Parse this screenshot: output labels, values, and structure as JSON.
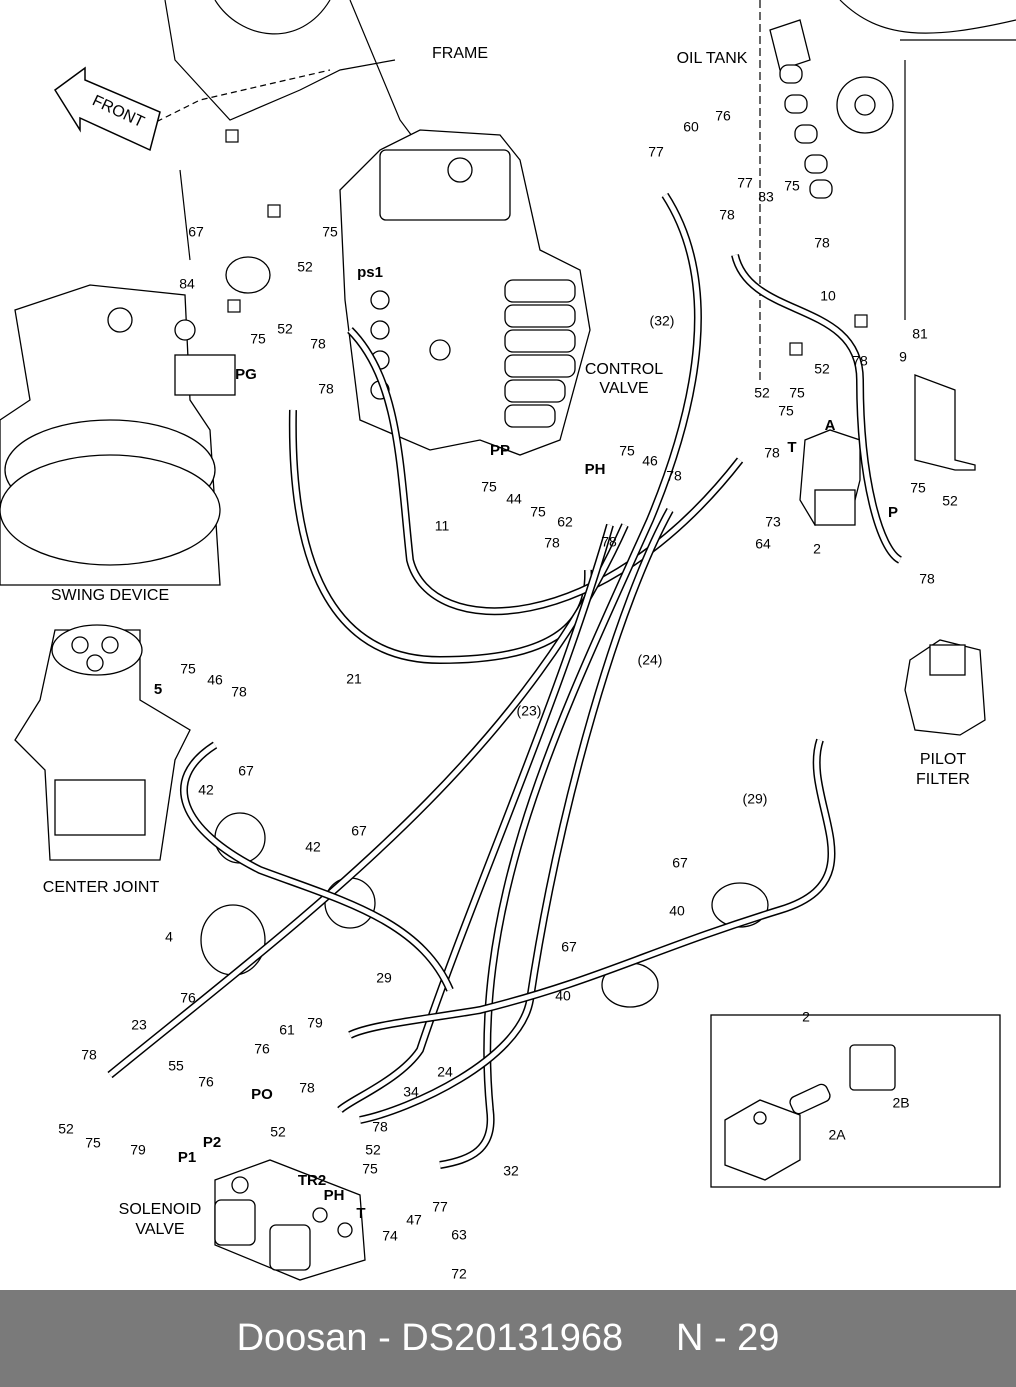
{
  "diagram": {
    "captions": [
      "FRAME",
      "OIL TANK",
      "CONTROL",
      "VALVE",
      "SWING DEVICE",
      "CENTER JOINT",
      "PILOT",
      "FILTER",
      "SOLENOID",
      "VALVE"
    ],
    "front_arrow": "FRONT",
    "port_labels": [
      "ps1",
      "PG",
      "PP",
      "PH",
      "A",
      "T",
      "P",
      "5",
      "PO",
      "P2",
      "P1",
      "TR2",
      "PH",
      "T"
    ],
    "part_labels": [
      "76",
      "60",
      "77",
      "77",
      "83",
      "75",
      "78",
      "78",
      "67",
      "75",
      "52",
      "84",
      "(32)",
      "10",
      "81",
      "75",
      "52",
      "78",
      "78",
      "52",
      "78",
      "9",
      "75",
      "52",
      "75",
      "78",
      "75",
      "46",
      "78",
      "75",
      "44",
      "75",
      "62",
      "78",
      "78",
      "11",
      "73",
      "64",
      "2",
      "75",
      "52",
      "78",
      "21",
      "(24)",
      "75",
      "46",
      "78",
      "(23)",
      "67",
      "42",
      "(29)",
      "67",
      "42",
      "67",
      "40",
      "4",
      "67",
      "29",
      "40",
      "76",
      "2",
      "23",
      "61",
      "79",
      "55",
      "76",
      "76",
      "78",
      "24",
      "34",
      "78",
      "78",
      "52",
      "75",
      "79",
      "52",
      "52",
      "2B",
      "2A",
      "32",
      "75",
      "77",
      "47",
      "74",
      "63",
      "72"
    ],
    "colors": {
      "line": "#000000",
      "footer_bg": "#7a7a7a",
      "footer_text": "#ffffff"
    }
  },
  "footer": {
    "text": "Doosan - DS20131968     N - 29"
  }
}
